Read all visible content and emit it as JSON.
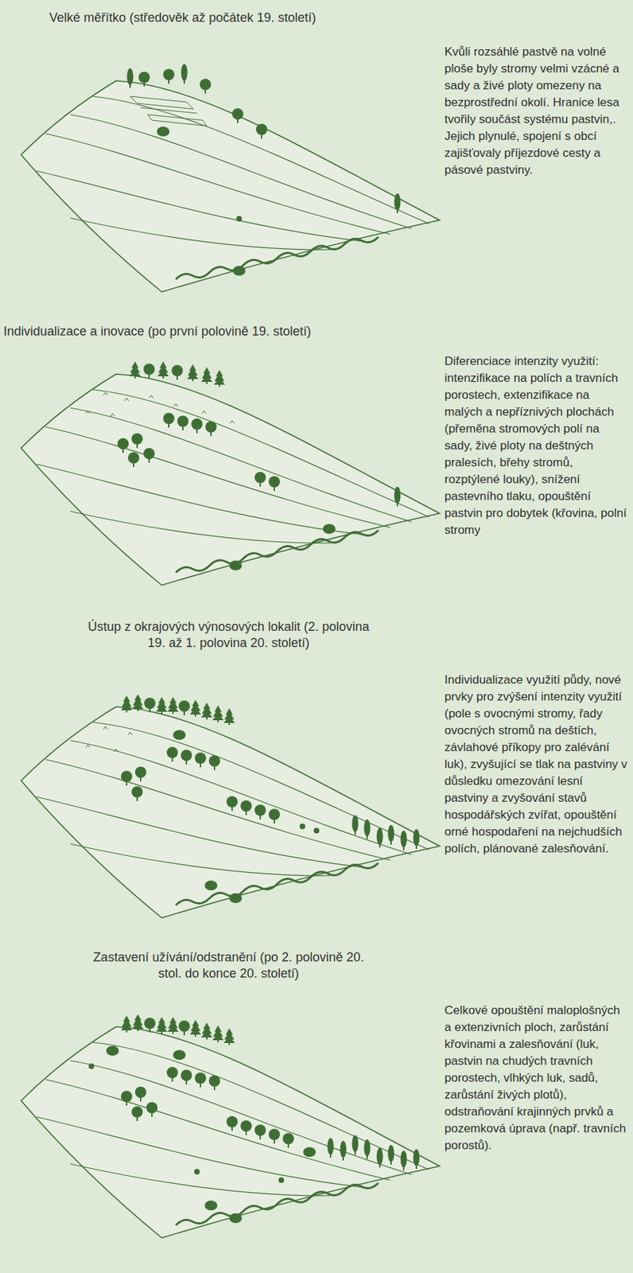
{
  "diagram": {
    "labels": [
      "Velké měřítko (středověk až počátek 19. století)",
      "Kvůli rozsáhlé pastvě na volné ploše byly stromy velmi vzácné a sady a živé ploty omezeny na bezprostřední okolí. Hranice lesa tvořily součást systému pastvin,. Jejich plynulé, spojení s obcí zajišťovaly příjezdové cesty a pásové pastviny.",
      "Individualizace a inovace (po první polovině 19. století)",
      "Diferenciace intenzity využití: intenzifikace na polích a travních porostech, extenzifikace na malých a nepříznivých plochách (přeměna stromových polí na sady, živé ploty na deštných pralesích, břehy stromů, rozptýlené louky), snížení pastevního tlaku, opouštění pastvin pro dobytek (křovina, polní stromy",
      "Ústup z okrajových výnosových lokalit (2. polovina 19. až 1. polovina 20. století)",
      "Individualizace využití půdy, nové prvky pro zvýšení intenzity využití (pole s ovocnými stromy, řady ovocných stromů na deštích, závlahové příkopy pro zalévání luk), zvyšující se tlak na pastviny v důsledku omezování lesní pastviny a zvyšování stavů hospodářských zvířat, opouštění orné hospodaření na nejchudších polích, plánované zalesňování.",
      "Zastavení užívání/odstranění (po 2. polovině 20. stol. do konce 20. století)",
      "Celkové opouštění maloplošných a extenzivních ploch, zarůstání křovinami a zalesňování (luk, pastvin na chudých travních porostech, vlhkých luk, sadů, zarůstání živých plotů), odstraňování krajinných prvků a pozemková úprava (např. travních porostů)."
    ]
  }
}
